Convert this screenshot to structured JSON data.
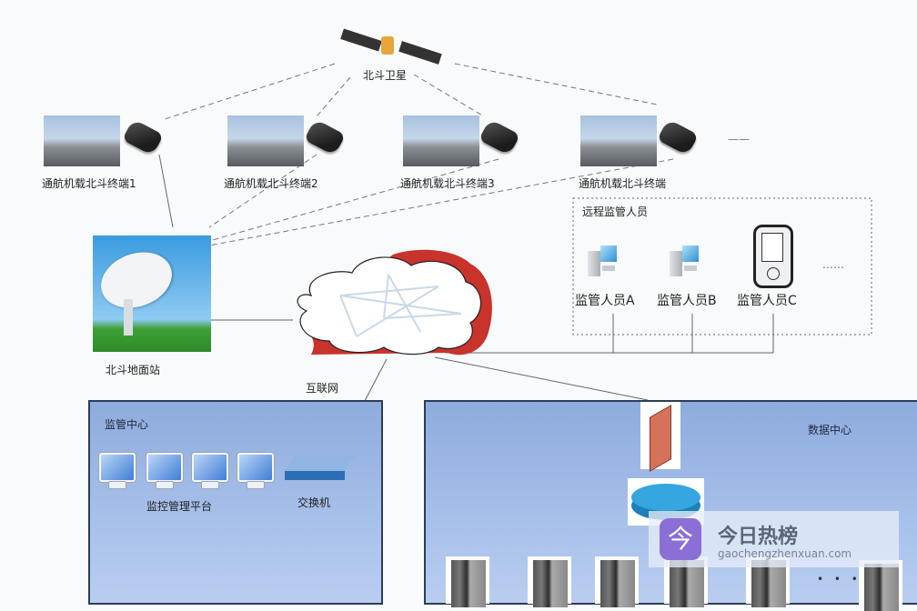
{
  "satellite": {
    "label": "北斗卫星"
  },
  "aircraft_terminals": [
    {
      "label": "通航机载北斗终端1"
    },
    {
      "label": "通航机载北斗终端2"
    },
    {
      "label": "通航机载北斗终端3"
    },
    {
      "label": "通航机载北斗终端"
    }
  ],
  "terminals_more": "——",
  "ground_station": {
    "label": "北斗地面站"
  },
  "internet": {
    "label": "互联网"
  },
  "remote_supervisors": {
    "title": "远程监管人员",
    "items": [
      {
        "label": "监管人员A",
        "device": "desktop"
      },
      {
        "label": "监管人员B",
        "device": "desktop"
      },
      {
        "label": "监管人员C",
        "device": "handheld"
      }
    ],
    "more": "……"
  },
  "supervision_center": {
    "title": "监管中心",
    "platform_label": "监控管理平台",
    "switch_label": "交换机",
    "monitor_count": 4
  },
  "data_center": {
    "title": "数据中心",
    "more": "• • •",
    "server_count": 6
  },
  "watermark": {
    "logo_char": "今",
    "title": "今日热榜",
    "url": "gaochengzhenxuan.com"
  },
  "colors": {
    "panel_fill": "#a8c1ea",
    "panel_border": "#2d3d55",
    "cloud_accent": "#c8332b",
    "firewall": "#d4735a",
    "router": "#2a9bd6",
    "watermark_logo": "#8b6fd6"
  }
}
